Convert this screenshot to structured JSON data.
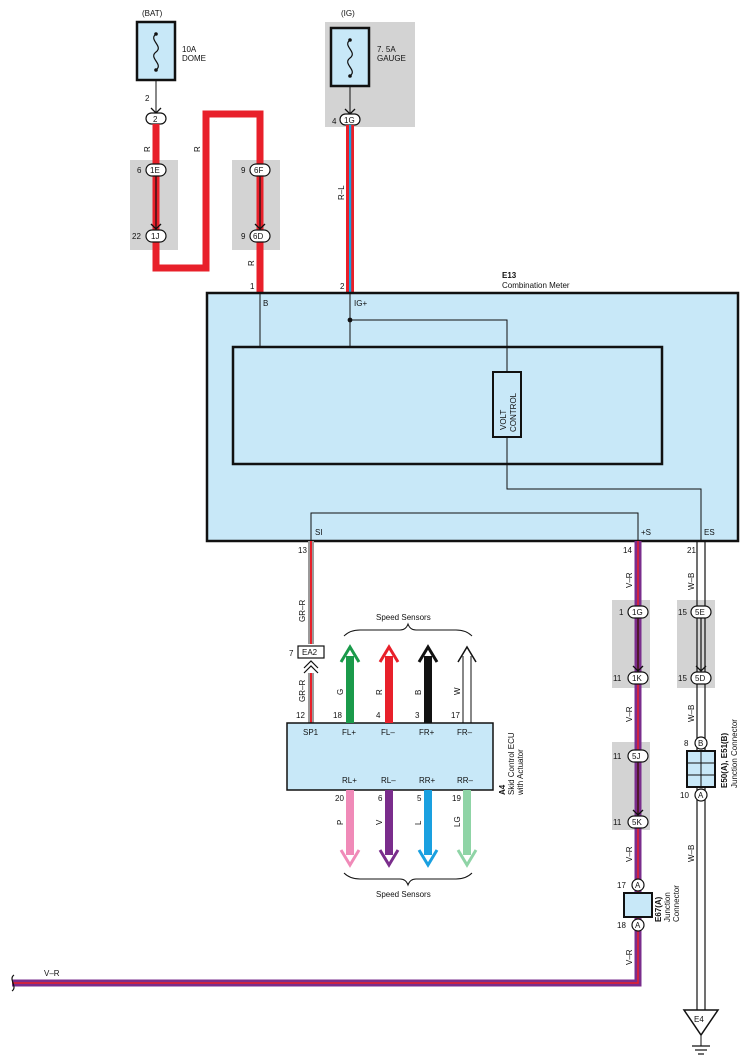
{
  "fuse_bat": {
    "source": "(BAT)",
    "rating": "10A",
    "name": "DOME",
    "pin": "2",
    "connector": "2"
  },
  "fuse_ig": {
    "source": "(IG)",
    "rating": "7. 5A",
    "name": "GAUGE",
    "pin": "4",
    "connector": "1G"
  },
  "j_left": {
    "top_pin": "6",
    "top_conn": "1E",
    "bottom_pin": "22",
    "bottom_conn": "1J"
  },
  "j_mid": {
    "top_pin": "9",
    "top_conn": "6F",
    "bottom_pin": "9",
    "bottom_conn": "6D"
  },
  "wire_labels": {
    "r": "R",
    "rl": "R–L",
    "grr": "GR–R",
    "vr": "V–R",
    "wb": "W–B"
  },
  "meter": {
    "id": "E13",
    "name": "Combination Meter",
    "pin_b": "1",
    "label_b": "B",
    "pin_ig": "2",
    "label_ig": "IG+",
    "volt_line1": "VOLT",
    "volt_line2": "CONTROL",
    "label_si": "SI",
    "pin_si": "13",
    "label_s": "+S",
    "pin_s": "14",
    "label_es": "ES",
    "pin_es": "21"
  },
  "ea2": {
    "pin": "7",
    "conn": "EA2"
  },
  "ecu": {
    "id": "A4",
    "name_line1": "Skid Control ECU",
    "name_line2": "with Actuator",
    "pin_sp1": "12",
    "label_sp1": "SP1",
    "top_pins": [
      "18",
      "4",
      "3",
      "17"
    ],
    "top_labels": [
      "FL+",
      "FL–",
      "FR+",
      "FR–"
    ],
    "top_wires": [
      "G",
      "R",
      "B",
      "W"
    ],
    "bottom_pins": [
      "20",
      "6",
      "5",
      "19"
    ],
    "bottom_labels": [
      "RL+",
      "RL–",
      "RR+",
      "RR–"
    ],
    "bottom_wires": [
      "P",
      "V",
      "L",
      "LG"
    ],
    "speed_sensors_top": "Speed Sensors",
    "speed_sensors_bottom": "Speed Sensors"
  },
  "j_vr1": {
    "top_pin": "1",
    "top_conn": "1G",
    "bottom_pin": "11",
    "bottom_conn": "1K"
  },
  "j_vr2": {
    "top_pin": "11",
    "top_conn": "5J",
    "bottom_pin": "11",
    "bottom_conn": "5K"
  },
  "j_wb": {
    "top_pin": "15",
    "top_conn": "5E",
    "bottom_pin": "15",
    "bottom_conn": "5D"
  },
  "e67": {
    "top_pin": "17",
    "top_conn": "A",
    "bottom_pin": "18",
    "bottom_conn": "A",
    "id": "E67(A)",
    "name_line1": "Junction",
    "name_line2": "Connector"
  },
  "e50": {
    "top_pin": "8",
    "top_conn": "B",
    "bottom_pin": "10",
    "bottom_conn": "A",
    "id": "E50(A), E51(B)",
    "name": "Junction Connector"
  },
  "ground": {
    "id": "E4"
  },
  "colors": {
    "red": "#e8202a",
    "purple": "#7a2d8c",
    "green": "#1a9a4a",
    "black": "#111111",
    "pink": "#f08ab8",
    "blue": "#1aa0e0",
    "light_green": "#8fd4a6",
    "box_fill": "#c8e8f8",
    "shade": "#d0d0d0"
  }
}
